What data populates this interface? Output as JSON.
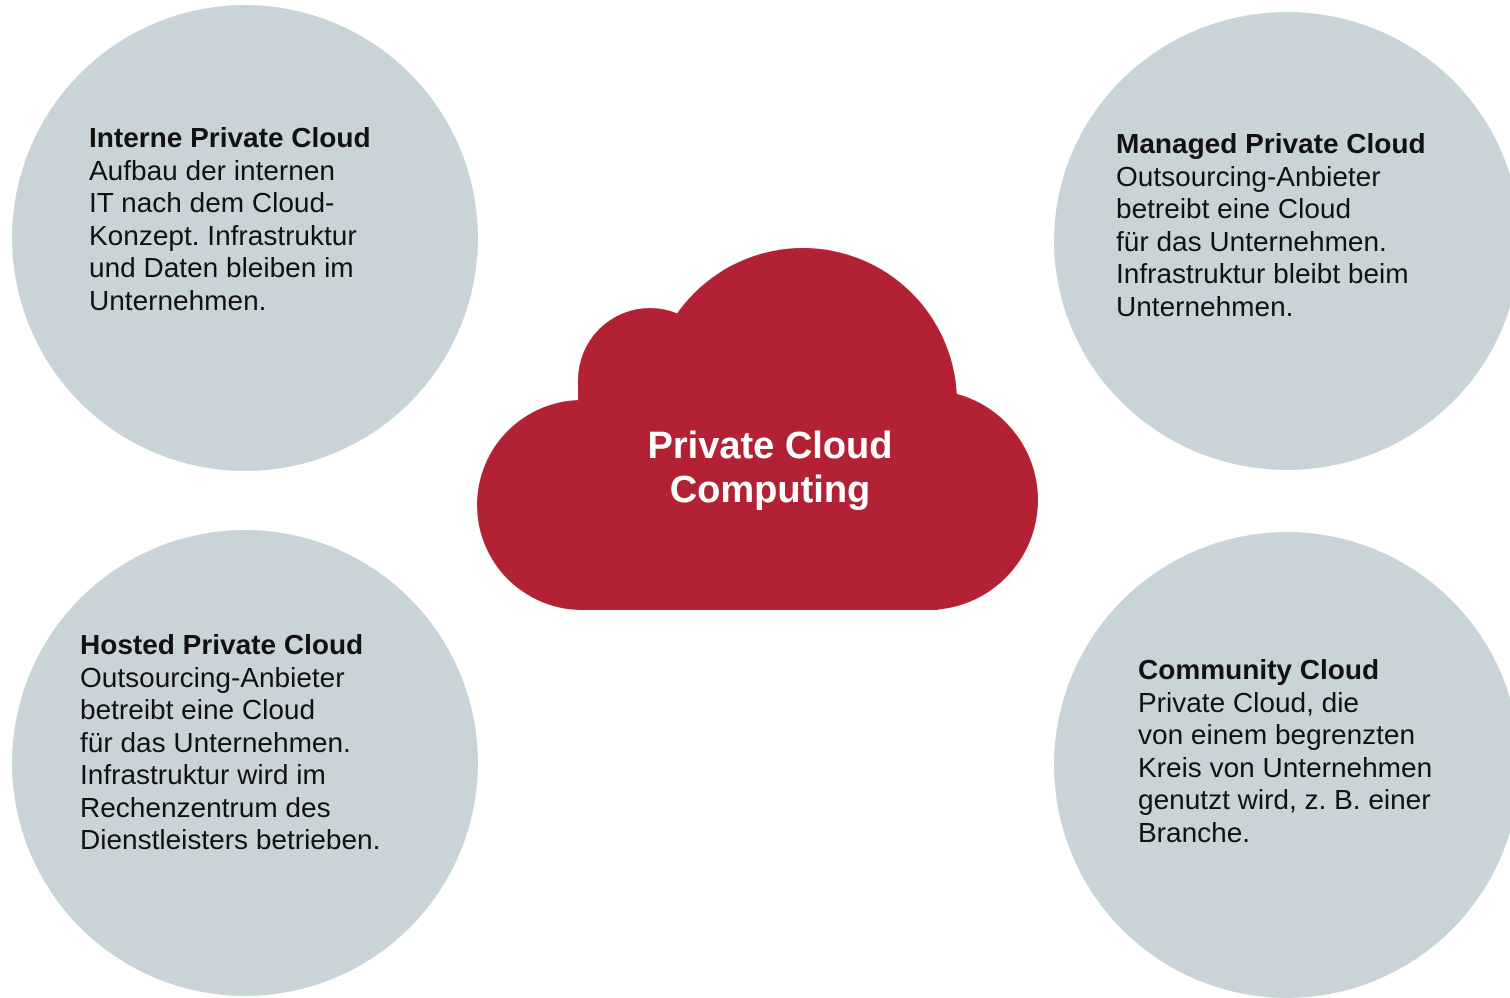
{
  "colors": {
    "circle_fill": "#c9d4d8",
    "cloud_fill": "#b22234",
    "text": "#111111",
    "cloud_text": "#ffffff"
  },
  "center": {
    "line1": "Private Cloud",
    "line2": "Computing"
  },
  "interne": {
    "title": "Interne Private Cloud",
    "lines": [
      "Aufbau der internen",
      "IT nach dem Cloud-",
      "Konzept. Infrastruktur",
      "und Daten bleiben im",
      "Unternehmen."
    ]
  },
  "managed": {
    "title": "Managed Private Cloud",
    "lines": [
      "Outsourcing-Anbieter",
      "betreibt eine Cloud",
      "für das Unternehmen.",
      "Infrastruktur bleibt beim",
      "Unternehmen."
    ]
  },
  "hosted": {
    "title": "Hosted Private Cloud",
    "lines": [
      "Outsourcing-Anbieter",
      "betreibt eine Cloud",
      "für das Unternehmen.",
      "Infrastruktur wird im",
      "Rechenzentrum des",
      "Dienstleisters betrieben."
    ]
  },
  "community": {
    "title": "Community Cloud",
    "lines": [
      "Private Cloud, die",
      "von einem begrenzten",
      "Kreis von Unternehmen",
      "genutzt wird, z. B. einer",
      "Branche."
    ]
  }
}
